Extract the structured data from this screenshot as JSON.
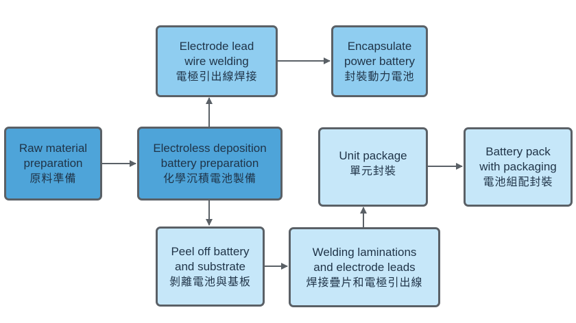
{
  "diagram": {
    "type": "flowchart",
    "nodes": [
      {
        "id": "raw",
        "en": [
          "Raw material",
          "preparation"
        ],
        "zh": "原料準備",
        "style": "dark"
      },
      {
        "id": "electroless",
        "en": [
          "Electroless deposition",
          "battery preparation"
        ],
        "zh": "化學沉積電池製備",
        "style": "dark"
      },
      {
        "id": "lead",
        "en": [
          "Electrode lead",
          "wire welding"
        ],
        "zh": "電極引出線焊接",
        "style": "mid"
      },
      {
        "id": "encap",
        "en": [
          "Encapsulate",
          "power battery"
        ],
        "zh": "封裝動力電池",
        "style": "mid"
      },
      {
        "id": "unit",
        "en": [
          "Unit package"
        ],
        "zh": "單元封裝",
        "style": "light"
      },
      {
        "id": "pack",
        "en": [
          "Battery pack",
          "with packaging"
        ],
        "zh": "電池組配封裝",
        "style": "light"
      },
      {
        "id": "peel",
        "en": [
          "Peel off battery",
          "and substrate"
        ],
        "zh": "剝離電池與基板",
        "style": "light"
      },
      {
        "id": "weld",
        "en": [
          "Welding laminations",
          "and electrode leads"
        ],
        "zh": "焊接疊片和電極引出線",
        "style": "light"
      }
    ],
    "edges": [
      {
        "from": "raw",
        "to": "electroless"
      },
      {
        "from": "electroless",
        "to": "lead"
      },
      {
        "from": "lead",
        "to": "encap"
      },
      {
        "from": "electroless",
        "to": "peel"
      },
      {
        "from": "peel",
        "to": "weld"
      },
      {
        "from": "weld",
        "to": "unit"
      },
      {
        "from": "unit",
        "to": "pack"
      }
    ],
    "colors": {
      "dark": "#4ea4d9",
      "mid": "#8fcdf0",
      "light": "#c6e7f9",
      "border": "#5a6066",
      "arrow": "#5a6066"
    }
  }
}
